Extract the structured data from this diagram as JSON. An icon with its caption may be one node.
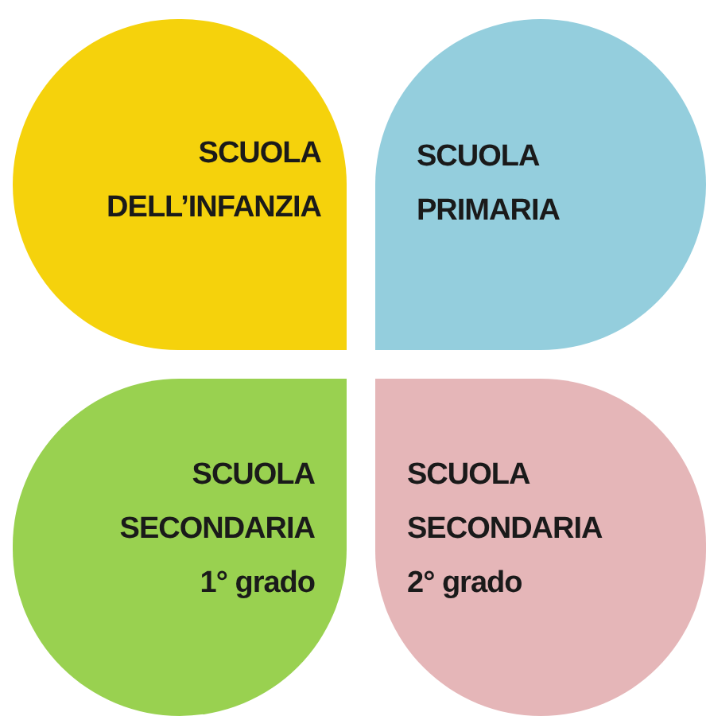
{
  "diagram": {
    "nodes": [
      {
        "text": [
          "SCUOLA DELL’INFANZIA"
        ]
      },
      {
        "text": [
          "SCUOLA PRIMARIA"
        ]
      },
      {
        "text": [
          "SCUOLA SECONDARIA 1° grado"
        ]
      },
      {
        "text": [
          "SCUOLA SECONDARIA 2° grado"
        ]
      }
    ]
  }
}
